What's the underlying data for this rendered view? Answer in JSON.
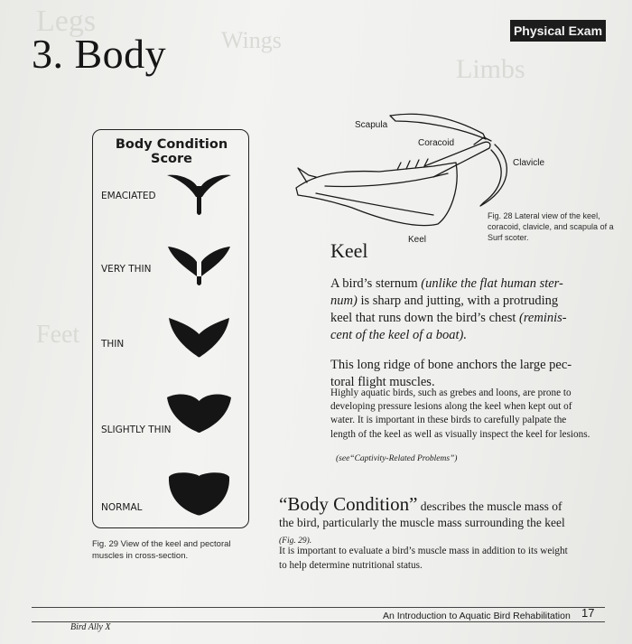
{
  "page_title": "3. Body",
  "section_tag": "Physical Exam",
  "bcs": {
    "title": "Body Condition Score",
    "levels": [
      {
        "label": "EMACIATED"
      },
      {
        "label": "VERY THIN"
      },
      {
        "label": "THIN"
      },
      {
        "label": "SLIGHTLY THIN"
      },
      {
        "label": "NORMAL"
      }
    ],
    "caption": "Fig. 29  View of the keel and pectoral muscles in cross-section."
  },
  "skeleton": {
    "labels": {
      "scapula": "Scapula",
      "coracoid": "Coracoid",
      "clavicle": "Clavicle",
      "keel": "Keel"
    },
    "caption": "Fig. 28  Lateral view of the keel, coracoid, clavicle, and scapula of a Surf scoter."
  },
  "keel_section": {
    "heading": "Keel",
    "p1_a": "A bird’s sternum ",
    "p1_b": "(unlike the flat human ster-num)",
    "p1_c": " is sharp and jutting, with a protruding keel that runs down the bird’s chest ",
    "p1_d": "(reminis-cent of the keel of a boat).",
    "p2": "This long ridge of bone anchors the large pec-toral flight muscles.",
    "p3": "Highly aquatic birds, such as grebes and loons, are prone to developing pressure lesions along the keel when kept out of water.  It is important in these birds to carefully palpate the length of the keel as well as visually inspect the keel for lesions.",
    "p4": "(see“Captivity-Related Problems”)"
  },
  "body_condition": {
    "lead": "“Body Condition”",
    "text": " describes the muscle mass of the bird, particularly the muscle mass surrounding the keel ",
    "ref": "(Fig. 29).",
    "p2": "It is important to evaluate a bird’s muscle mass in addition to its weight to help determine nutritional status."
  },
  "footer": {
    "left": "Bird Ally X",
    "right": "An Introduction to Aquatic Bird Rehabilitation",
    "page_number": "17"
  }
}
